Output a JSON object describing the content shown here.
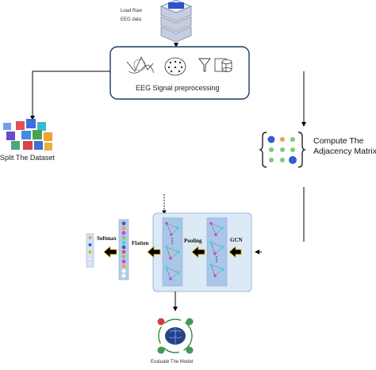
{
  "load": {
    "line1": "Load Raw",
    "line2": "EEG data"
  },
  "preprocessing": {
    "label": "EEG Signal preprocessing"
  },
  "adjacency": {
    "line1": "Compute The",
    "line2": "Adjacency Matrix"
  },
  "split": {
    "label": "Split The Dataset"
  },
  "model": {
    "gcn": "GCN",
    "pooling": "Pooling",
    "flatten": "Flatten",
    "softmax": "Softmax"
  },
  "evaluate": {
    "label": "Evaluate The Model"
  },
  "colors": {
    "frame": "#1f3864",
    "panel": "#dce9f6",
    "panel_border": "#7fa6cf",
    "arrow": "#000000",
    "matrix_blue": "#2f5fd0",
    "matrix_green": "#7fc77f",
    "matrix_orange": "#f2a33a",
    "node_magenta": "#d43fd0",
    "node_cyan": "#3fd3e6"
  }
}
